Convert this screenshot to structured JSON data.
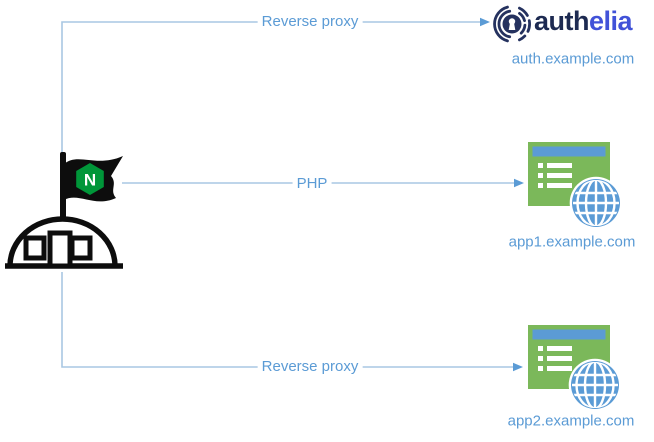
{
  "source": {
    "icon": "nginx-flag-tent",
    "flag_letter": "N"
  },
  "edges": [
    {
      "label": "Reverse proxy",
      "target": "auth.example.com"
    },
    {
      "label": "PHP",
      "target": "app1.example.com"
    },
    {
      "label": "Reverse proxy",
      "target": "app2.example.com"
    }
  ],
  "authelia": {
    "wordmark_dark": "auth",
    "wordmark_accent": "elia",
    "domain": "auth.example.com"
  },
  "app1": {
    "domain": "app1.example.com"
  },
  "app2": {
    "domain": "app2.example.com"
  },
  "colors": {
    "connector_line": "#a9c7e3",
    "arrowhead": "#5b9bd5",
    "label_text": "#5b9bd5",
    "app_window_green": "#7bb85a",
    "app_accent_blue": "#5b9bd5",
    "authelia_navy": "#25325f",
    "authelia_accent_blue": "#4152d8",
    "nginx_black": "#0d0d0d",
    "nginx_green": "#009639"
  }
}
